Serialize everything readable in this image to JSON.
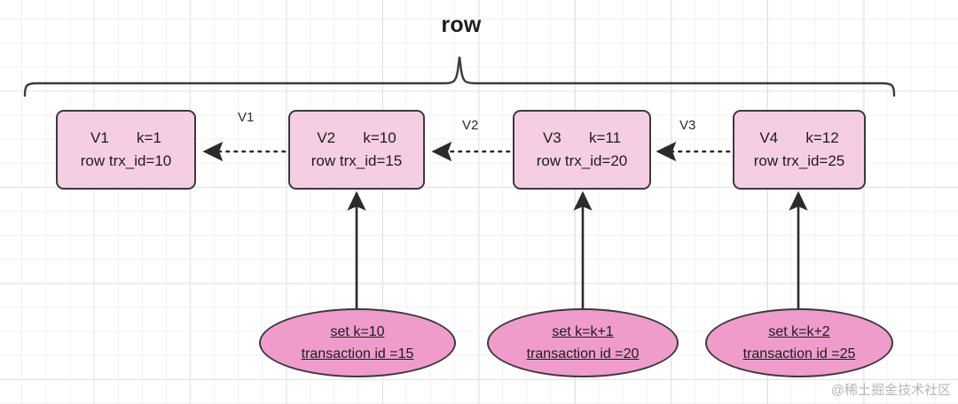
{
  "title": "row",
  "watermark": "@稀土掘金技术社区",
  "colors": {
    "box_fill": "#f6cee3",
    "ellipse_fill": "#ef9ccb",
    "stroke": "#3b3b3b",
    "text": "#1c1c1c",
    "grid": "#e3e3e6",
    "background": "#ffffff"
  },
  "versions": [
    {
      "name": "V1",
      "k": "k=1",
      "trx": "row trx_id=10"
    },
    {
      "name": "V2",
      "k": "k=10",
      "trx": "row trx_id=15"
    },
    {
      "name": "V3",
      "k": "k=11",
      "trx": "row trx_id=20"
    },
    {
      "name": "V4",
      "k": "k=12",
      "trx": "row trx_id=25"
    }
  ],
  "undo_labels": [
    {
      "label": "V1"
    },
    {
      "label": "V2"
    },
    {
      "label": "V3"
    }
  ],
  "transactions": [
    {
      "set": "set k=10",
      "txid": "transaction id =15"
    },
    {
      "set": "set k=k+1",
      "txid": "transaction id =20"
    },
    {
      "set": "set k=k+2",
      "txid": "transaction id =25"
    }
  ]
}
